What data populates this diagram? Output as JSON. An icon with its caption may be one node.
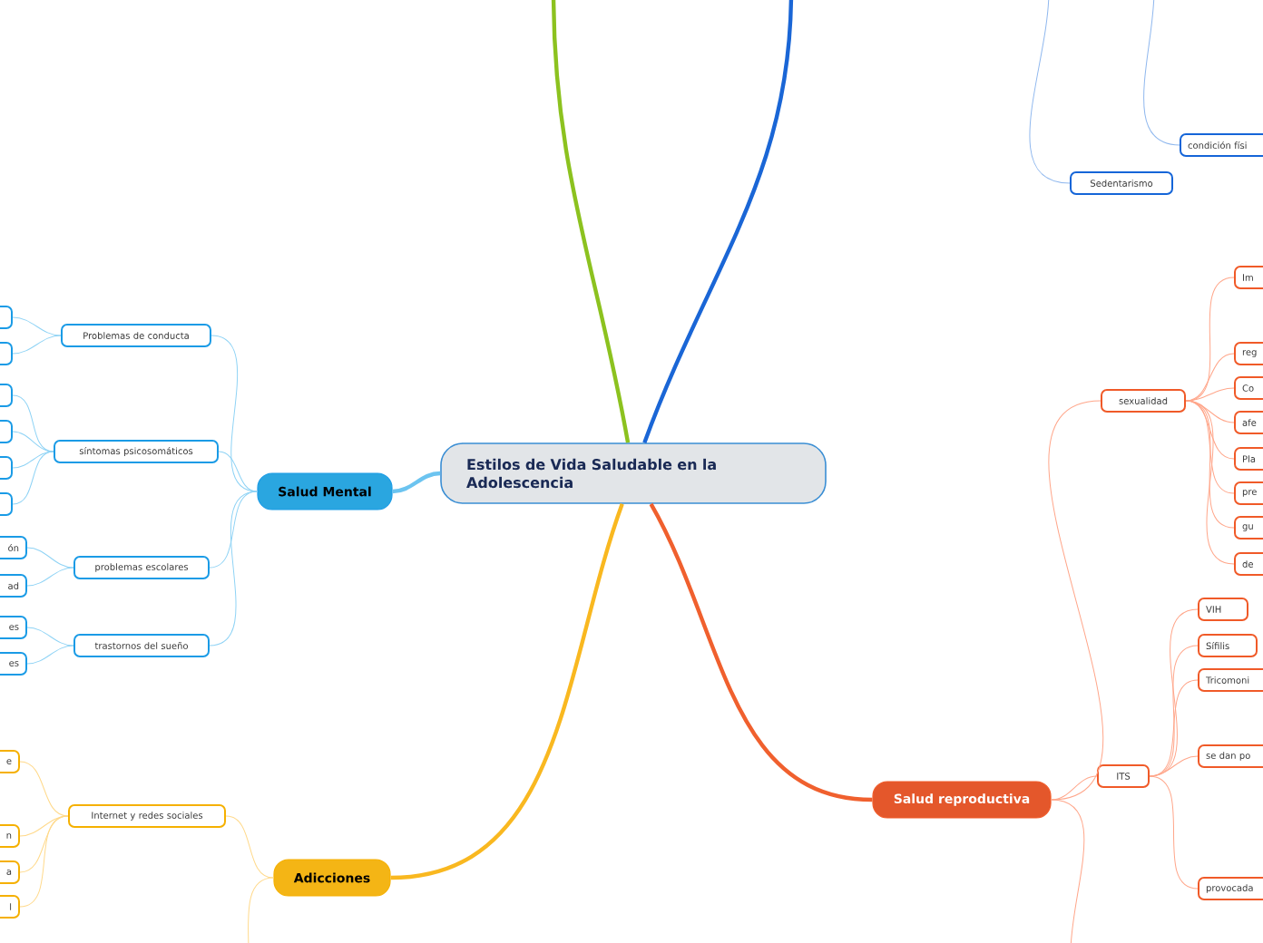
{
  "diagram": {
    "nodes": [
      {
        "text": [
          "Estilos de Vida Saludable en la Adolescencia"
        ]
      },
      {
        "text": [
          "Salud Mental"
        ]
      },
      {
        "text": [
          "Problemas de conducta"
        ]
      },
      {
        "text": [],
        "shape": "box"
      },
      {
        "text": [],
        "shape": "box"
      },
      {
        "text": [
          "síntomas psicosomáticos"
        ]
      },
      {
        "text": [],
        "shape": "box"
      },
      {
        "text": [],
        "shape": "box"
      },
      {
        "text": [],
        "shape": "box"
      },
      {
        "text": [],
        "shape": "box"
      },
      {
        "text": [
          "problemas escolares"
        ]
      },
      {
        "text": [
          "ón"
        ]
      },
      {
        "text": [
          "ad"
        ]
      },
      {
        "text": [
          "trastornos del sueño"
        ]
      },
      {
        "text": [
          "es"
        ]
      },
      {
        "text": [
          "es"
        ]
      },
      {
        "text": [
          "Adicciones"
        ]
      },
      {
        "text": [
          "Internet y redes sociales"
        ]
      },
      {
        "text": [
          "e"
        ]
      },
      {
        "text": [
          "n"
        ]
      },
      {
        "text": [
          "a"
        ]
      },
      {
        "text": [
          "l"
        ]
      },
      {
        "text": [
          "Sedentarismo"
        ]
      },
      {
        "text": [
          "condición físi"
        ]
      },
      {
        "text": [
          "Salud reproductiva"
        ]
      },
      {
        "text": [
          "sexualidad"
        ]
      },
      {
        "text": [
          "Im"
        ]
      },
      {
        "text": [
          "reg"
        ]
      },
      {
        "text": [
          "Co"
        ]
      },
      {
        "text": [
          "afe"
        ]
      },
      {
        "text": [
          "Pla"
        ]
      },
      {
        "text": [
          "pre"
        ]
      },
      {
        "text": [
          "gu"
        ]
      },
      {
        "text": [
          "de"
        ]
      },
      {
        "text": [
          "ITS"
        ]
      },
      {
        "text": [
          "VIH"
        ]
      },
      {
        "text": [
          "Sífilis"
        ]
      },
      {
        "text": [
          "Tricomoni"
        ]
      },
      {
        "text": [
          "se dan po"
        ]
      },
      {
        "text": [
          "provocada"
        ]
      }
    ],
    "edges": [
      {
        "from": 0,
        "to": 1,
        "arrow": "none",
        "style": "thick",
        "color": "#6cc4f0"
      },
      {
        "from": 0,
        "to": 16,
        "arrow": "none",
        "style": "thick",
        "color": "#f9b820"
      },
      {
        "from": 0,
        "to": 24,
        "arrow": "none",
        "style": "thick",
        "color": "#f0602e"
      },
      {
        "from": 0,
        "to": null,
        "arrow": "none",
        "style": "thick",
        "color": "#8cc21f"
      },
      {
        "from": 0,
        "to": null,
        "arrow": "none",
        "style": "thick",
        "color": "#1a66d6"
      },
      {
        "from": 1,
        "to": 2,
        "arrow": "none",
        "color": "#8fd3f5"
      },
      {
        "from": 1,
        "to": 5,
        "arrow": "none",
        "color": "#8fd3f5"
      },
      {
        "from": 1,
        "to": 10,
        "arrow": "none",
        "color": "#8fd3f5"
      },
      {
        "from": 1,
        "to": 13,
        "arrow": "none",
        "color": "#8fd3f5"
      },
      {
        "from": 2,
        "to": 3,
        "arrow": "none",
        "color": "#8fd3f5"
      },
      {
        "from": 2,
        "to": 4,
        "arrow": "none",
        "color": "#8fd3f5"
      },
      {
        "from": 5,
        "to": 6,
        "arrow": "none",
        "color": "#8fd3f5"
      },
      {
        "from": 5,
        "to": 7,
        "arrow": "none",
        "color": "#8fd3f5"
      },
      {
        "from": 5,
        "to": 8,
        "arrow": "none",
        "color": "#8fd3f5"
      },
      {
        "from": 5,
        "to": 9,
        "arrow": "none",
        "color": "#8fd3f5"
      },
      {
        "from": 10,
        "to": 11,
        "arrow": "none",
        "color": "#8fd3f5"
      },
      {
        "from": 10,
        "to": 12,
        "arrow": "none",
        "color": "#8fd3f5"
      },
      {
        "from": 13,
        "to": 14,
        "arrow": "none",
        "color": "#8fd3f5"
      },
      {
        "from": 13,
        "to": 15,
        "arrow": "none",
        "color": "#8fd3f5"
      },
      {
        "from": 16,
        "to": 17,
        "arrow": "none",
        "color": "#ffd98a"
      },
      {
        "from": 16,
        "to": null,
        "arrow": "none",
        "color": "#ffd98a"
      },
      {
        "from": 17,
        "to": 18,
        "arrow": "none",
        "color": "#ffd98a"
      },
      {
        "from": 17,
        "to": 19,
        "arrow": "none",
        "color": "#ffd98a"
      },
      {
        "from": 17,
        "to": 20,
        "arrow": "none",
        "color": "#ffd98a"
      },
      {
        "from": 17,
        "to": 21,
        "arrow": "none",
        "color": "#ffd98a"
      },
      {
        "from": null,
        "to": 22,
        "arrow": "none",
        "color": "#90b8ee"
      },
      {
        "from": null,
        "to": 23,
        "arrow": "none",
        "color": "#90b8ee"
      },
      {
        "from": 24,
        "to": 25,
        "arrow": "none",
        "color": "#ffa68a"
      },
      {
        "from": 24,
        "to": 34,
        "arrow": "none",
        "color": "#ffa68a"
      },
      {
        "from": 24,
        "to": null,
        "arrow": "none",
        "color": "#ffa68a"
      },
      {
        "from": 25,
        "to": 26,
        "arrow": "none",
        "color": "#ffa68a"
      },
      {
        "from": 25,
        "to": 27,
        "arrow": "none",
        "color": "#ffa68a"
      },
      {
        "from": 25,
        "to": 28,
        "arrow": "none",
        "color": "#ffa68a"
      },
      {
        "from": 25,
        "to": 29,
        "arrow": "none",
        "color": "#ffa68a"
      },
      {
        "from": 25,
        "to": 30,
        "arrow": "none",
        "color": "#ffa68a"
      },
      {
        "from": 25,
        "to": 31,
        "arrow": "none",
        "color": "#ffa68a"
      },
      {
        "from": 25,
        "to": 32,
        "arrow": "none",
        "color": "#ffa68a"
      },
      {
        "from": 25,
        "to": 33,
        "arrow": "none",
        "color": "#ffa68a"
      },
      {
        "from": 34,
        "to": 35,
        "arrow": "none",
        "color": "#ffa68a"
      },
      {
        "from": 34,
        "to": 36,
        "arrow": "none",
        "color": "#ffa68a"
      },
      {
        "from": 34,
        "to": 37,
        "arrow": "none",
        "color": "#ffa68a"
      },
      {
        "from": 34,
        "to": 38,
        "arrow": "none",
        "color": "#ffa68a"
      },
      {
        "from": 34,
        "to": 39,
        "arrow": "none",
        "color": "#ffa68a"
      }
    ]
  }
}
